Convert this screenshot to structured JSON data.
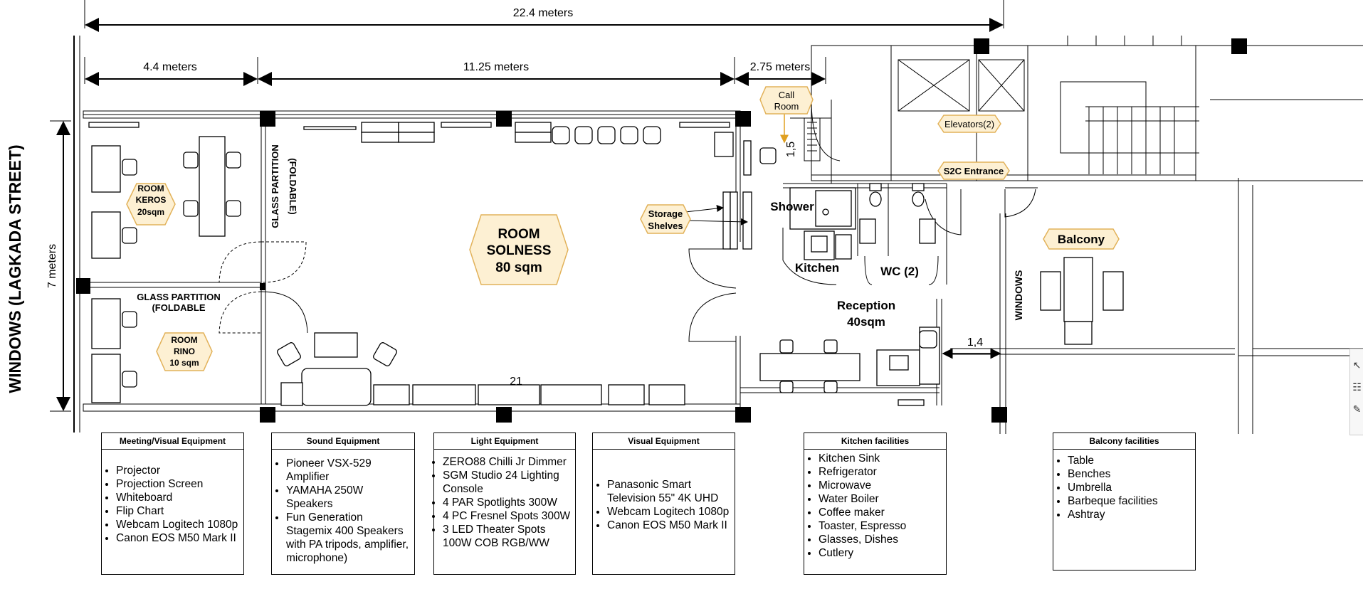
{
  "dimensions": {
    "total": "22.4 meters",
    "kero_width": "4.4 meters",
    "solness_width": "11.25 meters",
    "reception_width": "2.75 meters",
    "depth": "7 meters",
    "corridor_width": "1,5",
    "balcony_gap": "1,4",
    "seat_count": "21"
  },
  "labels": {
    "street": "WINDOWS (LAGKADA STREET)",
    "glass_partition_vertical": [
      "GLASS PARTITION",
      "(FOLDABLE)"
    ],
    "glass_partition_horizontal": [
      "GLASS PARTITION",
      "(FOLDABLE"
    ],
    "shower": "Shower",
    "kitchen": "Kitchen",
    "wc": "WC (2)",
    "reception": [
      "Reception",
      "40sqm"
    ],
    "windows": "WINDOWS"
  },
  "tags": {
    "kero": [
      "ROOM",
      "KEROS",
      "20sqm"
    ],
    "rino": [
      "ROOM",
      "RINO",
      "10 sqm"
    ],
    "solness": [
      "ROOM",
      "SOLNESS",
      "80 sqm"
    ],
    "call_room": [
      "Call",
      "Room"
    ],
    "storage": [
      "Storage",
      "Shelves"
    ],
    "elevators": "Elevators(2)",
    "entrance": "S2C Entrance",
    "balcony": "Balcony"
  },
  "equipment": [
    {
      "title": "Meeting/Visual Equipment",
      "items": [
        "Projector",
        "Projection Screen",
        "Whiteboard",
        "Flip Chart",
        "Webcam Logitech 1080p",
        "Canon EOS M50 Mark II"
      ]
    },
    {
      "title": "Sound Equipment",
      "items": [
        "Pioneer VSX-529 Amplifier",
        "YAMAHA 250W Speakers",
        "Fun Generation Stagemix 400 Speakers with PA tripods, amplifier, microphone)"
      ]
    },
    {
      "title": "Light Equipment",
      "items": [
        "ZERO88 Chilli Jr Dimmer",
        "SGM Studio 24 Lighting Console",
        "4 PAR Spotlights 300W",
        "4 PC Fresnel Spots 300W",
        "3 LED Theater Spots 100W COB RGB/WW"
      ]
    },
    {
      "title": "Visual Equipment",
      "items": [
        "Panasonic Smart Television 55\" 4K UHD",
        "Webcam Logitech 1080p",
        "Canon EOS M50 Mark II"
      ]
    },
    {
      "title": "Kitchen facilities",
      "items": [
        "Kitchen Sink",
        "Refrigerator",
        "Microwave",
        "Water Boiler",
        "Coffee maker",
        "Toaster, Espresso",
        "Glasses, Dishes",
        "Cutlery"
      ]
    },
    {
      "title": "Balcony facilities",
      "items": [
        "Table",
        "Benches",
        "Umbrella",
        "Barbeque facilities",
        "Ashtray"
      ]
    }
  ],
  "colors": {
    "tag_fill": "#fdf0d3",
    "tag_border": "#e2b25a",
    "arrow": "#e0a020"
  }
}
